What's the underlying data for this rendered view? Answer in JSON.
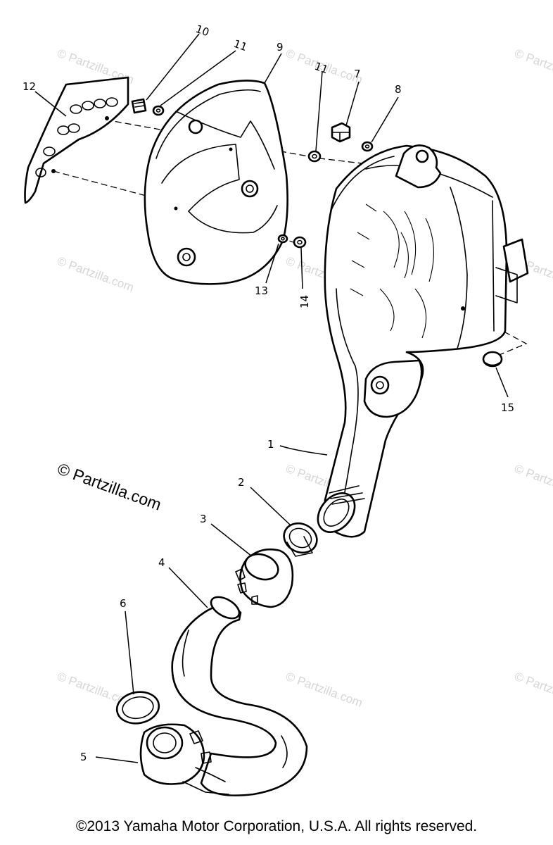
{
  "watermark": {
    "main": "© Partzilla.com",
    "repeat": "© Partzilla.com"
  },
  "callouts": {
    "p1": "1",
    "p2": "2",
    "p3": "3",
    "p4": "4",
    "p5": "5",
    "p6": "6",
    "p7": "7",
    "p8": "8",
    "p9": "9",
    "p10": "10",
    "p11a": "11",
    "p11b": "11",
    "p12": "12",
    "p13": "13",
    "p14": "14",
    "p15": "15"
  },
  "footer": {
    "copyright": "©2013 Yamaha Motor Corporation, U.S.A. All rights reserved."
  }
}
